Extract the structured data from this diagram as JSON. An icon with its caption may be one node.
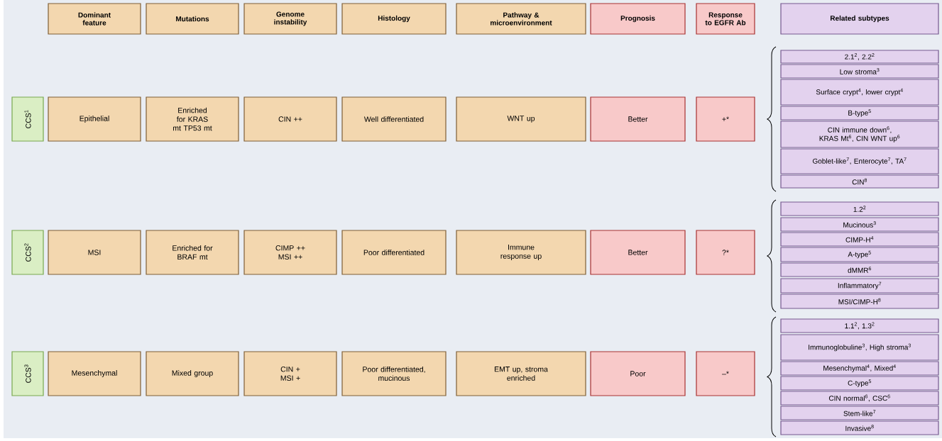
{
  "diagram": {
    "nodes": [
      {
        "text": [
          "Dominant feature"
        ]
      },
      {
        "text": [
          "Mutations"
        ]
      },
      {
        "text": [
          "Genome instability"
        ]
      },
      {
        "text": [
          "Histology"
        ]
      },
      {
        "text": [
          "Pathway & microenvironment"
        ]
      },
      {
        "text": [
          "Prognosis"
        ]
      },
      {
        "text": [
          "Response to EGFR Ab"
        ]
      },
      {
        "text": [
          "Related subtypes"
        ]
      },
      {
        "text": [
          "CCS$^{1}$"
        ]
      },
      {
        "text": [
          "Epithelial"
        ]
      },
      {
        "text": [
          "Enriched for KRAS mt TP53 mt"
        ]
      },
      {
        "text": [
          "CIN ++"
        ]
      },
      {
        "text": [
          "Well differentiated"
        ]
      },
      {
        "text": [
          "WNT up"
        ]
      },
      {
        "text": [
          "Better"
        ]
      },
      {
        "text": [
          "+*"
        ]
      },
      {
        "text": [
          "2.1$^{2}$, 2.2$^{2}$"
        ]
      },
      {
        "text": [
          "Low stroma$^{3}$"
        ]
      },
      {
        "text": [
          "Surface crypt$^{4}$, lower crypt$^{4}$"
        ]
      },
      {
        "text": [
          "B-type$^{5}$"
        ]
      },
      {
        "text": [
          "CIN immune down$^{6}$, KRAS Mt$^{6}$, CIN WNT up$^{6}$"
        ]
      },
      {
        "text": [
          "Goblet-like$^{7}$, Enterocyte$^{7}$, TA$^{7}$"
        ]
      },
      {
        "text": [
          "CIN$^{8}$"
        ]
      },
      {
        "text": [
          "CCS$^{2}$"
        ]
      },
      {
        "text": [
          "MSI"
        ]
      },
      {
        "text": [
          "Enriched for BRAF mt"
        ]
      },
      {
        "text": [
          "CIMP ++ MSI ++"
        ]
      },
      {
        "text": [
          "Poor differentiated"
        ]
      },
      {
        "text": [
          "Immune response up"
        ]
      },
      {
        "text": [
          "Better"
        ]
      },
      {
        "text": [
          "?*"
        ]
      },
      {
        "text": [
          "1.2$^{2}$"
        ]
      },
      {
        "text": [
          "Mucinous$^{3}$"
        ]
      },
      {
        "text": [
          "CIMP-H$^{4}$"
        ]
      },
      {
        "text": [
          "A-type$^{5}$"
        ]
      },
      {
        "text": [
          "dMMR$^{6}$"
        ]
      },
      {
        "text": [
          "Inflammatory$^{7}$"
        ]
      },
      {
        "text": [
          "MSI/CIMP-H$^{8}$"
        ]
      },
      {
        "text": [
          "CCS$^{3}$"
        ]
      },
      {
        "text": [
          "Mesenchymal"
        ]
      },
      {
        "text": [
          "Mixed group"
        ]
      },
      {
        "text": [
          "CIN + MSI +"
        ]
      },
      {
        "text": [
          "Poor differentiated, mucinous"
        ]
      },
      {
        "text": [
          "EMT up, stroma enriched"
        ]
      },
      {
        "text": [
          "Poor"
        ]
      },
      {
        "text": [
          "–*"
        ]
      },
      {
        "text": [
          "1.1$^{2}$, 1.3$^{2}$"
        ]
      },
      {
        "text": [
          "Immunoglobuline$^{3}$, High stroma$^{3}$"
        ]
      },
      {
        "text": [
          "Mesenchymal$^{4}$, Mixed$^{4}$"
        ]
      },
      {
        "text": [
          "C-type$^{5}$"
        ]
      },
      {
        "text": [
          "CIN normal$^{6}$, CSC$^{6}$"
        ]
      },
      {
        "text": [
          "Stem-like$^{7}$"
        ]
      },
      {
        "text": [
          "Invasive$^{8}$"
        ]
      }
    ]
  }
}
